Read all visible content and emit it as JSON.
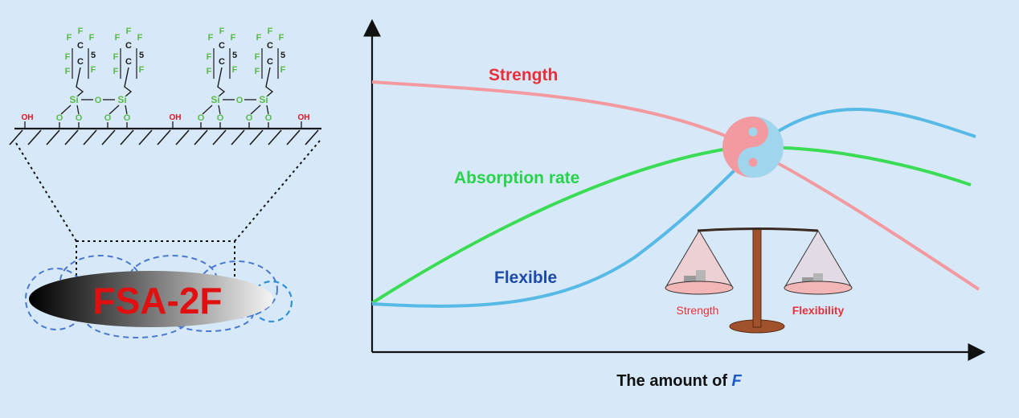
{
  "molecule": {
    "fluorine": "F",
    "carbon": "C",
    "repeat": "5",
    "silicon": "Si",
    "oxygen": "O",
    "hydroxyl": "OH"
  },
  "particle": {
    "label": "FSA-2F"
  },
  "chart": {
    "xlabel_prefix": "The amount of ",
    "xlabel_var": "F",
    "curves": [
      {
        "name": "Strength",
        "color": "#f39aa0"
      },
      {
        "name": "Absorption rate",
        "color": "#3bdc55"
      },
      {
        "name": "Flexible",
        "color": "#57b9e6"
      }
    ]
  },
  "balance": {
    "left_label": "Strength",
    "right_label": "Flexibility"
  },
  "colors": {
    "background": "#d7e9f8",
    "molecule_green": "#5ab84a",
    "hydroxyl_red": "#e0101c",
    "particle_text": "#e01010",
    "label_strength": "#e8303a",
    "label_absorption": "#26d34a",
    "label_flexible": "#1d4aa8",
    "axis": "#111111",
    "xvar_blue": "#1a57c8"
  }
}
